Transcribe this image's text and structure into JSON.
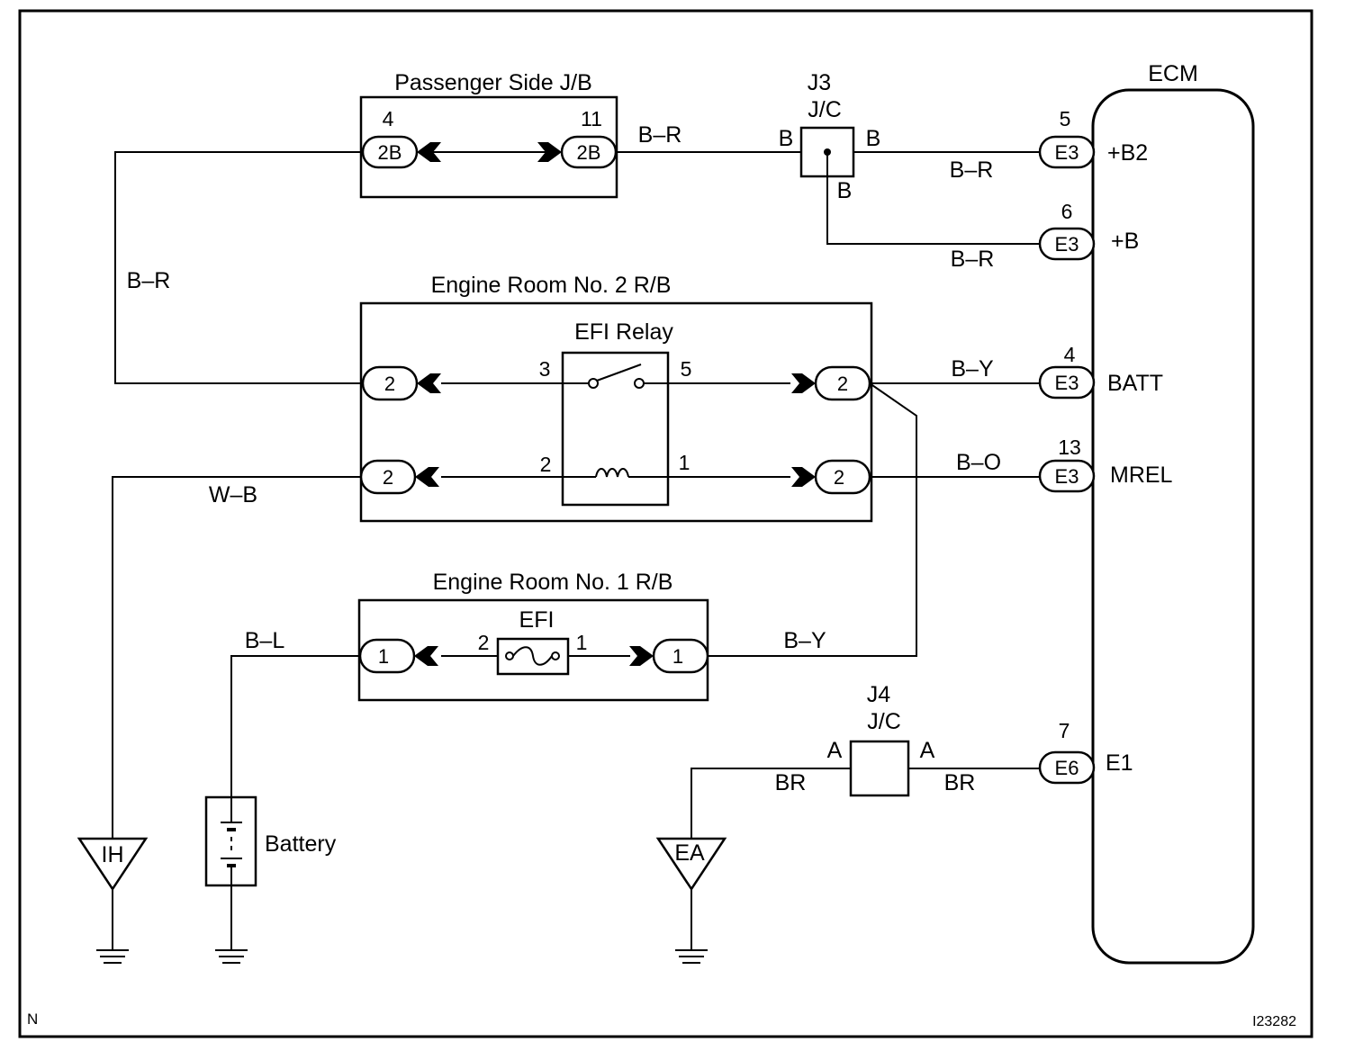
{
  "footer": {
    "corner_left": "N",
    "figure_code": "I23282"
  },
  "ecm": {
    "title": "ECM",
    "terminals": [
      {
        "pin": "5",
        "connector": "E3",
        "name": "+B2"
      },
      {
        "pin": "6",
        "connector": "E3",
        "name": "+B"
      },
      {
        "pin": "4",
        "connector": "E3",
        "name": "BATT"
      },
      {
        "pin": "13",
        "connector": "E3",
        "name": "MREL"
      },
      {
        "pin": "7",
        "connector": "E6",
        "name": "E1"
      }
    ]
  },
  "passenger_jb": {
    "title": "Passenger Side J/B",
    "left": {
      "pin": "4",
      "connector": "2B"
    },
    "right": {
      "pin": "11",
      "connector": "2B"
    }
  },
  "j3": {
    "name": "J3",
    "type": "J/C",
    "pin_left": "B",
    "pin_right": "B",
    "pin_bottom": "B"
  },
  "er2_rb": {
    "title": "Engine Room No. 2 R/B",
    "relay": {
      "title": "EFI Relay",
      "pins": {
        "p3": "3",
        "p5": "5",
        "p2": "2",
        "p1": "1"
      }
    },
    "connectors": {
      "top_left": "2",
      "top_right": "2",
      "bottom_left": "2",
      "bottom_right": "2"
    }
  },
  "er1_rb": {
    "title": "Engine Room No. 1 R/B",
    "fuse": {
      "title": "EFI",
      "pin_left": "2",
      "pin_right": "1"
    },
    "connectors": {
      "left": "1",
      "right": "1"
    }
  },
  "j4": {
    "name": "J4",
    "type": "J/C",
    "pin_left": "A",
    "pin_right": "A"
  },
  "wires": {
    "pjb_to_j3": "B–R",
    "j3_to_b2": "B–R",
    "j3_to_b": "B–R",
    "left_vertical": "B–R",
    "to_batt": "B–Y",
    "to_mrel": "B–O",
    "ground_ih": "W–B",
    "battery_wire": "B–L",
    "fuse_out": "B–Y",
    "ground_ea": "BR",
    "to_e1": "BR"
  },
  "grounds": {
    "ih": "IH",
    "ea": "EA"
  },
  "battery": {
    "label": "Battery"
  }
}
